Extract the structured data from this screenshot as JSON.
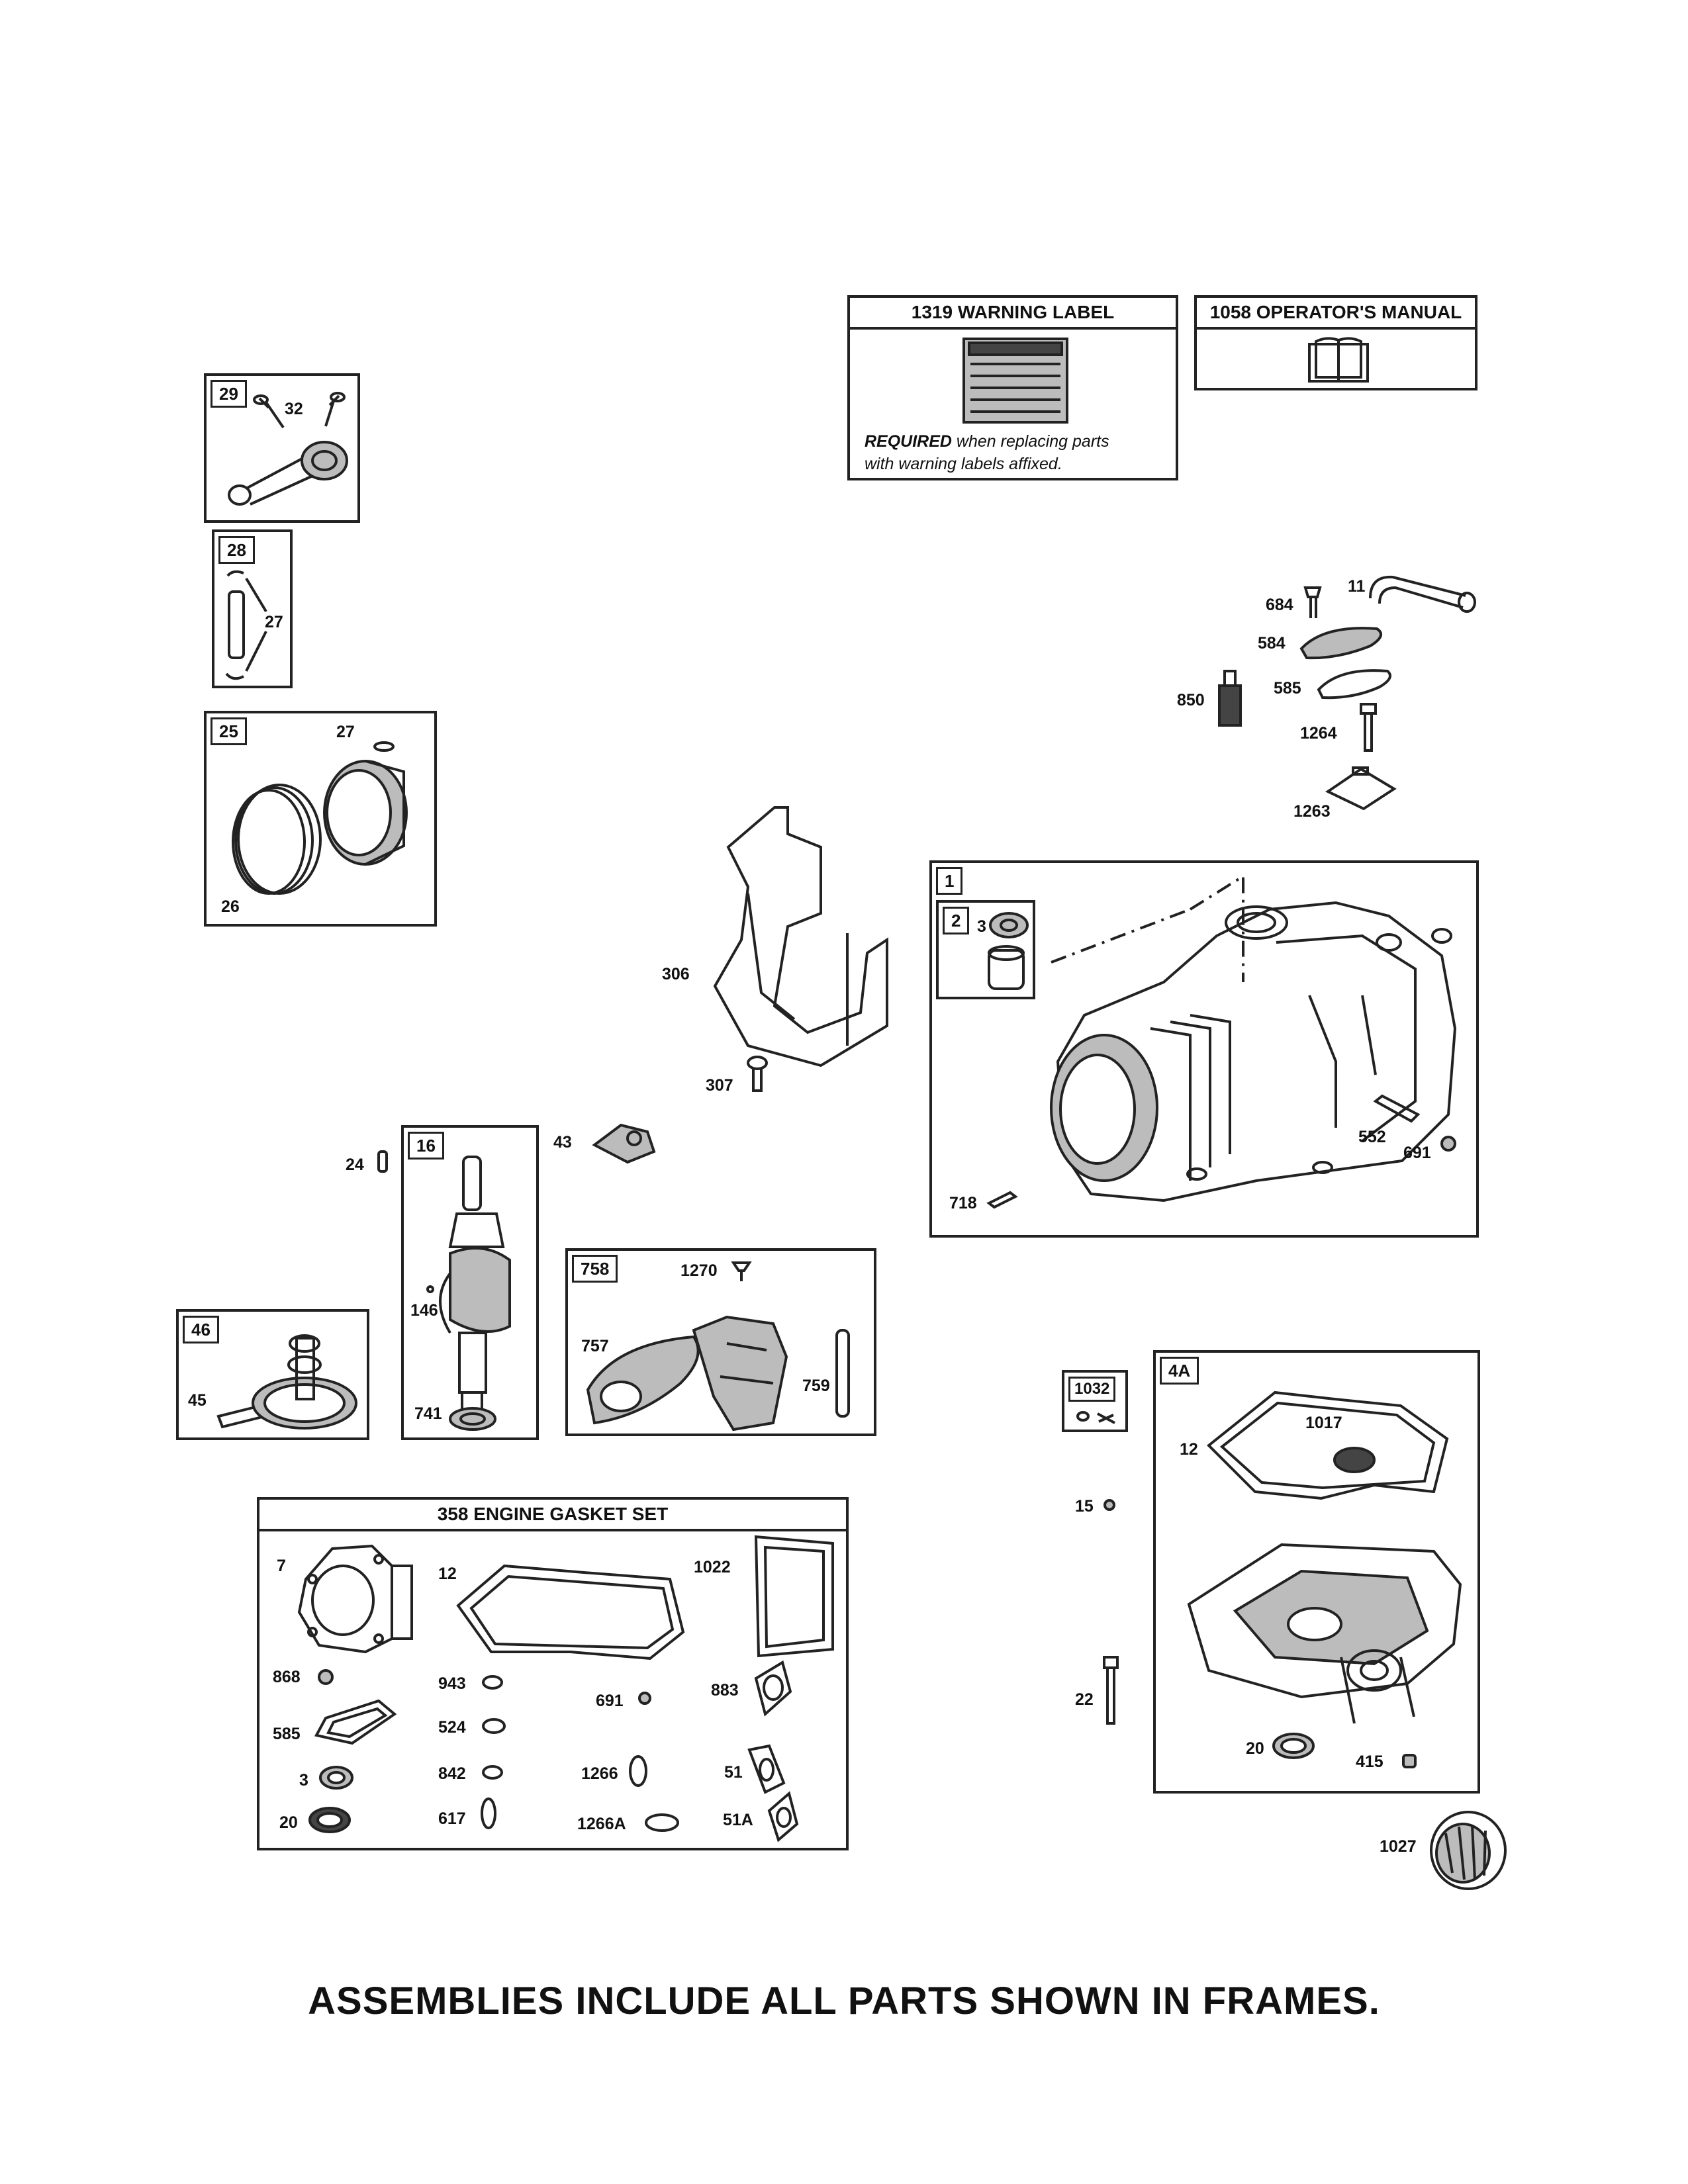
{
  "boxes": {
    "warning_label": "1319 WARNING LABEL",
    "warning_required_word": "REQUIRED",
    "warning_required_rest_1": " when replacing parts",
    "warning_required_line2": "with warning labels affixed.",
    "operators_manual": "1058 OPERATOR'S MANUAL",
    "gasket_set": "358 ENGINE GASKET SET"
  },
  "frame_tags": {
    "f29": "29",
    "f28": "28",
    "f25": "25",
    "f1": "1",
    "f2": "2",
    "f16": "16",
    "f46": "46",
    "f758": "758",
    "f1032": "1032",
    "f4a": "4A"
  },
  "labels": {
    "l32": "32",
    "l27a": "27",
    "l27b": "27",
    "l26": "26",
    "l684": "684",
    "l11": "11",
    "l584": "584",
    "l585": "585",
    "l850": "850",
    "l1264": "1264",
    "l1263": "1263",
    "l3": "3",
    "l306": "306",
    "l307": "307",
    "l552": "552",
    "l691": "691",
    "l718": "718",
    "l24": "24",
    "l43": "43",
    "l146": "146",
    "l741": "741",
    "l45": "45",
    "l1270": "1270",
    "l757": "757",
    "l759": "759",
    "l12": "12",
    "l1017": "1017",
    "l15": "15",
    "l22": "22",
    "l20": "20",
    "l415": "415",
    "l1027": "1027",
    "g7": "7",
    "g12": "12",
    "g1022": "1022",
    "g868": "868",
    "g943": "943",
    "g691": "691",
    "g883": "883",
    "g585": "585",
    "g524": "524",
    "g3": "3",
    "g842": "842",
    "g1266": "1266",
    "g51": "51",
    "g20": "20",
    "g617": "617",
    "g1266a": "1266A",
    "g51a": "51A"
  },
  "footer": "ASSEMBLIES INCLUDE ALL PARTS SHOWN IN FRAMES."
}
